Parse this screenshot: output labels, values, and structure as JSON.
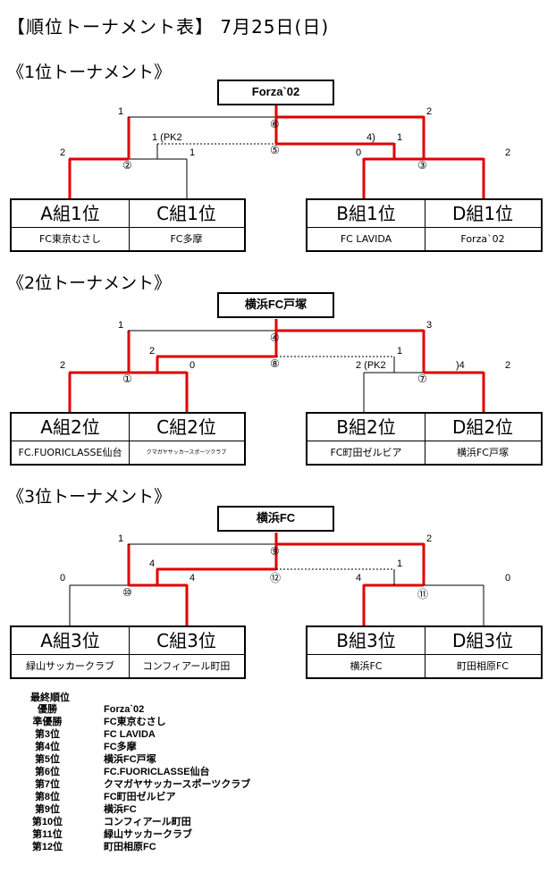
{
  "title": "【順位トーナメント表】 7月25日(日)",
  "sections": [
    {
      "heading": "《1位トーナメント》",
      "winner": "Forza`02",
      "groups": [
        {
          "label": "A組1位",
          "team": "FC東京むさし"
        },
        {
          "label": "C組1位",
          "team": "FC多摩"
        },
        {
          "label": "B組1位",
          "team": "FC LAVIDA"
        },
        {
          "label": "D組1位",
          "team": "Forza`02"
        }
      ],
      "marks": {
        "m1": "②",
        "m2": "③",
        "m3": "⑤",
        "m4": "⑥"
      },
      "scores": {
        "a": "2",
        "c": "1",
        "b": "0",
        "d": "2",
        "sf_left": "1",
        "sf_right": "2",
        "third_left": "1 (PK2",
        "third_right": "4)",
        "third_right2": "1"
      }
    },
    {
      "heading": "《2位トーナメント》",
      "winner": "横浜FC戸塚",
      "groups": [
        {
          "label": "A組2位",
          "team": "FC.FUORICLASSE仙台"
        },
        {
          "label": "C組2位",
          "team": "クマガヤサッカースポーツクラブ"
        },
        {
          "label": "B組2位",
          "team": "FC町田ゼルビア"
        },
        {
          "label": "D組2位",
          "team": "横浜FC戸塚"
        }
      ],
      "marks": {
        "m1": "①",
        "m2": "⑦",
        "m3": "⑧",
        "m4": "④"
      },
      "scores": {
        "a": "2",
        "c": "0",
        "b": "2 (PK2",
        "d": ")4",
        "d2": "2",
        "sf_left": "1",
        "sf_right": "3",
        "third_left": "2",
        "third_right": "1"
      }
    },
    {
      "heading": "《3位トーナメント》",
      "winner": "横浜FC",
      "groups": [
        {
          "label": "A組3位",
          "team": "緑山サッカークラブ"
        },
        {
          "label": "C組3位",
          "team": "コンフィアール町田"
        },
        {
          "label": "B組3位",
          "team": "横浜FC"
        },
        {
          "label": "D組3位",
          "team": "町田相原FC"
        }
      ],
      "marks": {
        "m1": "⑩",
        "m2": "⑪",
        "m3": "⑫",
        "m4": "⑨"
      },
      "scores": {
        "a": "0",
        "c": "4",
        "b": "4",
        "d": "0",
        "sf_left": "1",
        "sf_right": "2",
        "third_left": "4",
        "third_right": "1"
      }
    }
  ],
  "ranking": {
    "heading": "最終順位",
    "rows": [
      {
        "pos": "優勝",
        "team": "Forza`02"
      },
      {
        "pos": "準優勝",
        "team": "FC東京むさし"
      },
      {
        "pos": "第3位",
        "team": "FC LAVIDA"
      },
      {
        "pos": "第4位",
        "team": "FC多摩"
      },
      {
        "pos": "第5位",
        "team": "横浜FC戸塚"
      },
      {
        "pos": "第6位",
        "team": "FC.FUORICLASSE仙台"
      },
      {
        "pos": "第7位",
        "team": "クマガヤサッカースポーツクラブ"
      },
      {
        "pos": "第8位",
        "team": "FC町田ゼルビア"
      },
      {
        "pos": "第9位",
        "team": "横浜FC"
      },
      {
        "pos": "第10位",
        "team": "コンフィアール町田"
      },
      {
        "pos": "第11位",
        "team": "緑山サッカークラブ"
      },
      {
        "pos": "第12位",
        "team": "町田相原FC"
      }
    ]
  },
  "colors": {
    "advance": "#e00000",
    "line": "#000000"
  }
}
